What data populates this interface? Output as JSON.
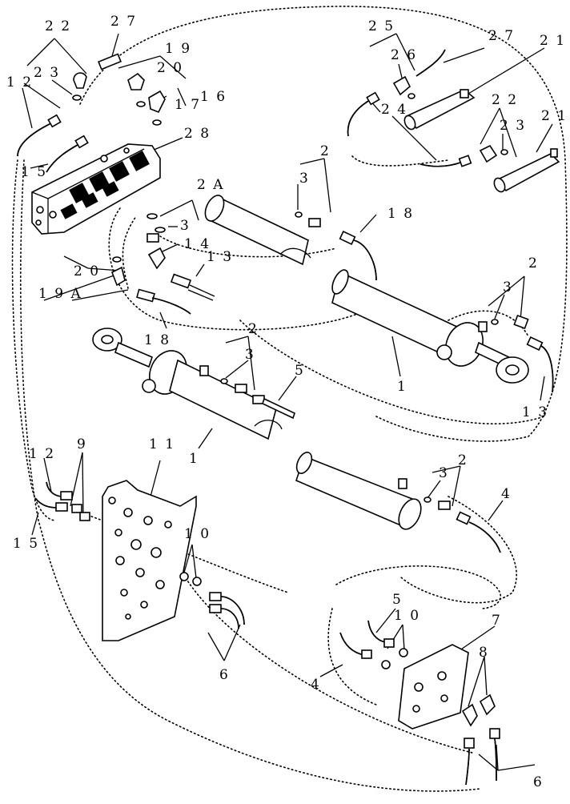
{
  "callouts": {
    "c1a": "1",
    "c1b": "1",
    "c2a": "2",
    "c2b": "2",
    "c2c": "2",
    "c2d": "2",
    "c2A": "2 A",
    "c3a": "3",
    "c3b": "3",
    "c3c": "3",
    "c3d": "3",
    "c3e": "3",
    "c4a": "4",
    "c4b": "4",
    "c5a": "5",
    "c5b": "5",
    "c6a": "6",
    "c6b": "6",
    "c7": "7",
    "c8": "8",
    "c9": "9",
    "c10a": "1 0",
    "c10b": "1 0",
    "c11": "1 1",
    "c12a": "1 2",
    "c12b": "1 2",
    "c13a": "1 3",
    "c13b": "1 3",
    "c14": "1 4",
    "c15a": "1 5",
    "c15b": "1 5",
    "c16": "1 6",
    "c17": "1 7",
    "c18a": "1 8",
    "c18b": "1 8",
    "c19": "1 9",
    "c19A": "1 9 A",
    "c20a": "2 0",
    "c20b": "2 0",
    "c21a": "2 1",
    "c21b": "2 1",
    "c22a": "2 2",
    "c22b": "2 2",
    "c23a": "2 3",
    "c23b": "2 3",
    "c24": "2 4",
    "c25": "2 5",
    "c26": "2 6",
    "c27a": "2 7",
    "c27b": "2 7",
    "c28": "2 8"
  }
}
